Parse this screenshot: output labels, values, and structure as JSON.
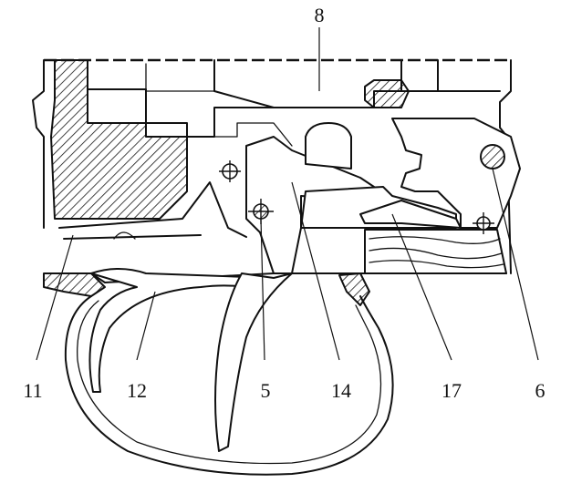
{
  "labels": {
    "top": "8",
    "bottom": [
      "11",
      "12",
      "5",
      "14",
      "17",
      "6"
    ]
  }
}
